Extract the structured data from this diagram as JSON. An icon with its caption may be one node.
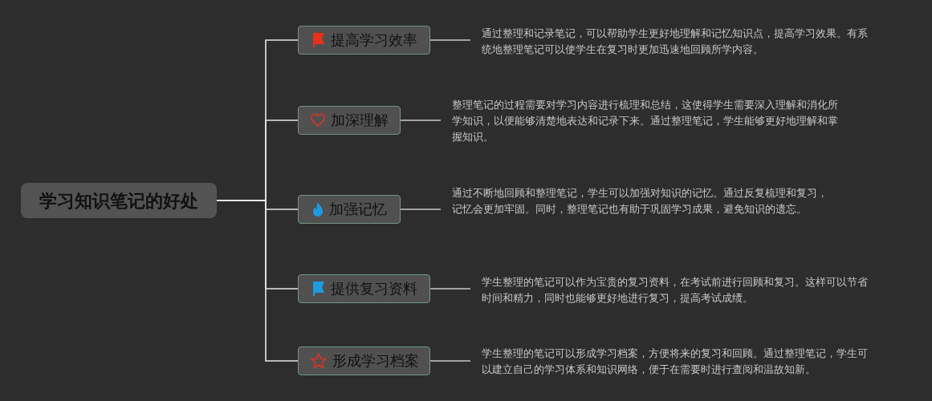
{
  "diagram": {
    "nodes": [
      {
        "text": [
          "学习知识笔记的好处"
        ]
      },
      {
        "text": [
          "提高学习效率"
        ]
      },
      {
        "text": [
          "加深理解"
        ]
      },
      {
        "text": [
          "加强记忆"
        ]
      },
      {
        "text": [
          "提供复习资料"
        ]
      },
      {
        "text": [
          "形成学习档案"
        ]
      },
      {
        "text": [
          "通过整理和记录笔记，可以帮助学生更好地理解和记忆知识点，提高学习效果。有系统地整理笔记可以使学生在复习时更加迅速地回顾所学内容。"
        ]
      },
      {
        "text": [
          "整理笔记的过程需要对学习内容进行梳理和总结，这使得学生需要深入理解和消化所学知识，以便能够清楚地表达和记录下来。通过整理笔记，学生能够更好地理解和掌握知识。"
        ]
      },
      {
        "text": [
          "通过不断地回顾和整理笔记，学生可以加强对知识的记忆。通过反复梳理和复习，记忆会更加牢固。同时，整理笔记也有助于巩固学习成果，避免知识的遗忘。"
        ]
      },
      {
        "text": [
          "学生整理的笔记可以作为宝贵的复习资料，在考试前进行回顾和复习。这样可以节省时间和精力，同时也能够更好地进行复习，提高考试成绩。"
        ]
      },
      {
        "text": [
          "学生整理的笔记可以形成学习档案，方便将来的复习和回顾。通过整理笔记，学生可以建立自己的学习体系和知识网络，便于在需要时进行查阅和温故知新。"
        ]
      }
    ],
    "edges": [
      {
        "from": 0,
        "to": 1,
        "arrow": "none"
      },
      {
        "from": 0,
        "to": 2,
        "arrow": "none"
      },
      {
        "from": 0,
        "to": 3,
        "arrow": "none"
      },
      {
        "from": 0,
        "to": 4,
        "arrow": "none"
      },
      {
        "from": 0,
        "to": 5,
        "arrow": "none"
      },
      {
        "from": 1,
        "to": 6,
        "arrow": "none"
      },
      {
        "from": 2,
        "to": 7,
        "arrow": "none"
      },
      {
        "from": 3,
        "to": 8,
        "arrow": "none"
      },
      {
        "from": 4,
        "to": 9,
        "arrow": "none"
      },
      {
        "from": 5,
        "to": 10,
        "arrow": "none"
      }
    ]
  }
}
